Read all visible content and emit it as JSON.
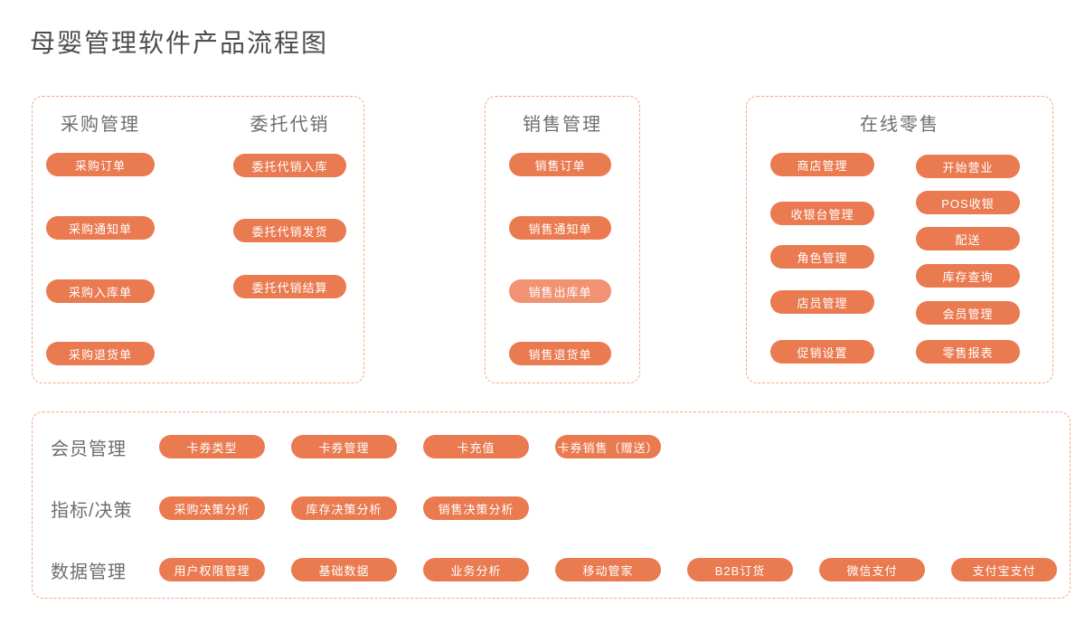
{
  "title": "母婴管理软件产品流程图",
  "colors": {
    "pill": "#EA7A50",
    "pill_light": "#F19273",
    "panel_border": "#F3A584",
    "heading_text": "#6E6E6E",
    "title_text": "#4D4D4D",
    "pill_text": "#FFFFFF"
  },
  "panels": {
    "purchase": {
      "columns": [
        {
          "heading": "采购管理",
          "items": [
            "采购订单",
            "采购通知单",
            "采购入库单",
            "采购退货单"
          ]
        },
        {
          "heading": "委托代销",
          "items": [
            "委托代销入库",
            "委托代销发货",
            "委托代销结算"
          ]
        }
      ]
    },
    "sales": {
      "heading": "销售管理",
      "items": [
        "销售订单",
        "销售通知单",
        "销售出库单",
        "销售退货单"
      ],
      "light_item": "销售出库单"
    },
    "retail": {
      "heading": "在线零售",
      "columns": [
        {
          "items": [
            "商店管理",
            "收银台管理",
            "角色管理",
            "店员管理",
            "促销设置"
          ]
        },
        {
          "items": [
            "开始营业",
            "POS收银",
            "配送",
            "库存查询",
            "会员管理",
            "零售报表"
          ]
        }
      ]
    }
  },
  "bottom_rows": [
    {
      "label": "会员管理",
      "items": [
        "卡券类型",
        "卡券管理",
        "卡充值",
        "卡券销售（赠送）"
      ]
    },
    {
      "label": "指标/决策",
      "items": [
        "采购决策分析",
        "库存决策分析",
        "销售决策分析"
      ]
    },
    {
      "label": "数据管理",
      "items": [
        "用户权限管理",
        "基础数据",
        "业务分析",
        "移动管家",
        "B2B订货",
        "微信支付",
        "支付宝支付"
      ]
    }
  ]
}
